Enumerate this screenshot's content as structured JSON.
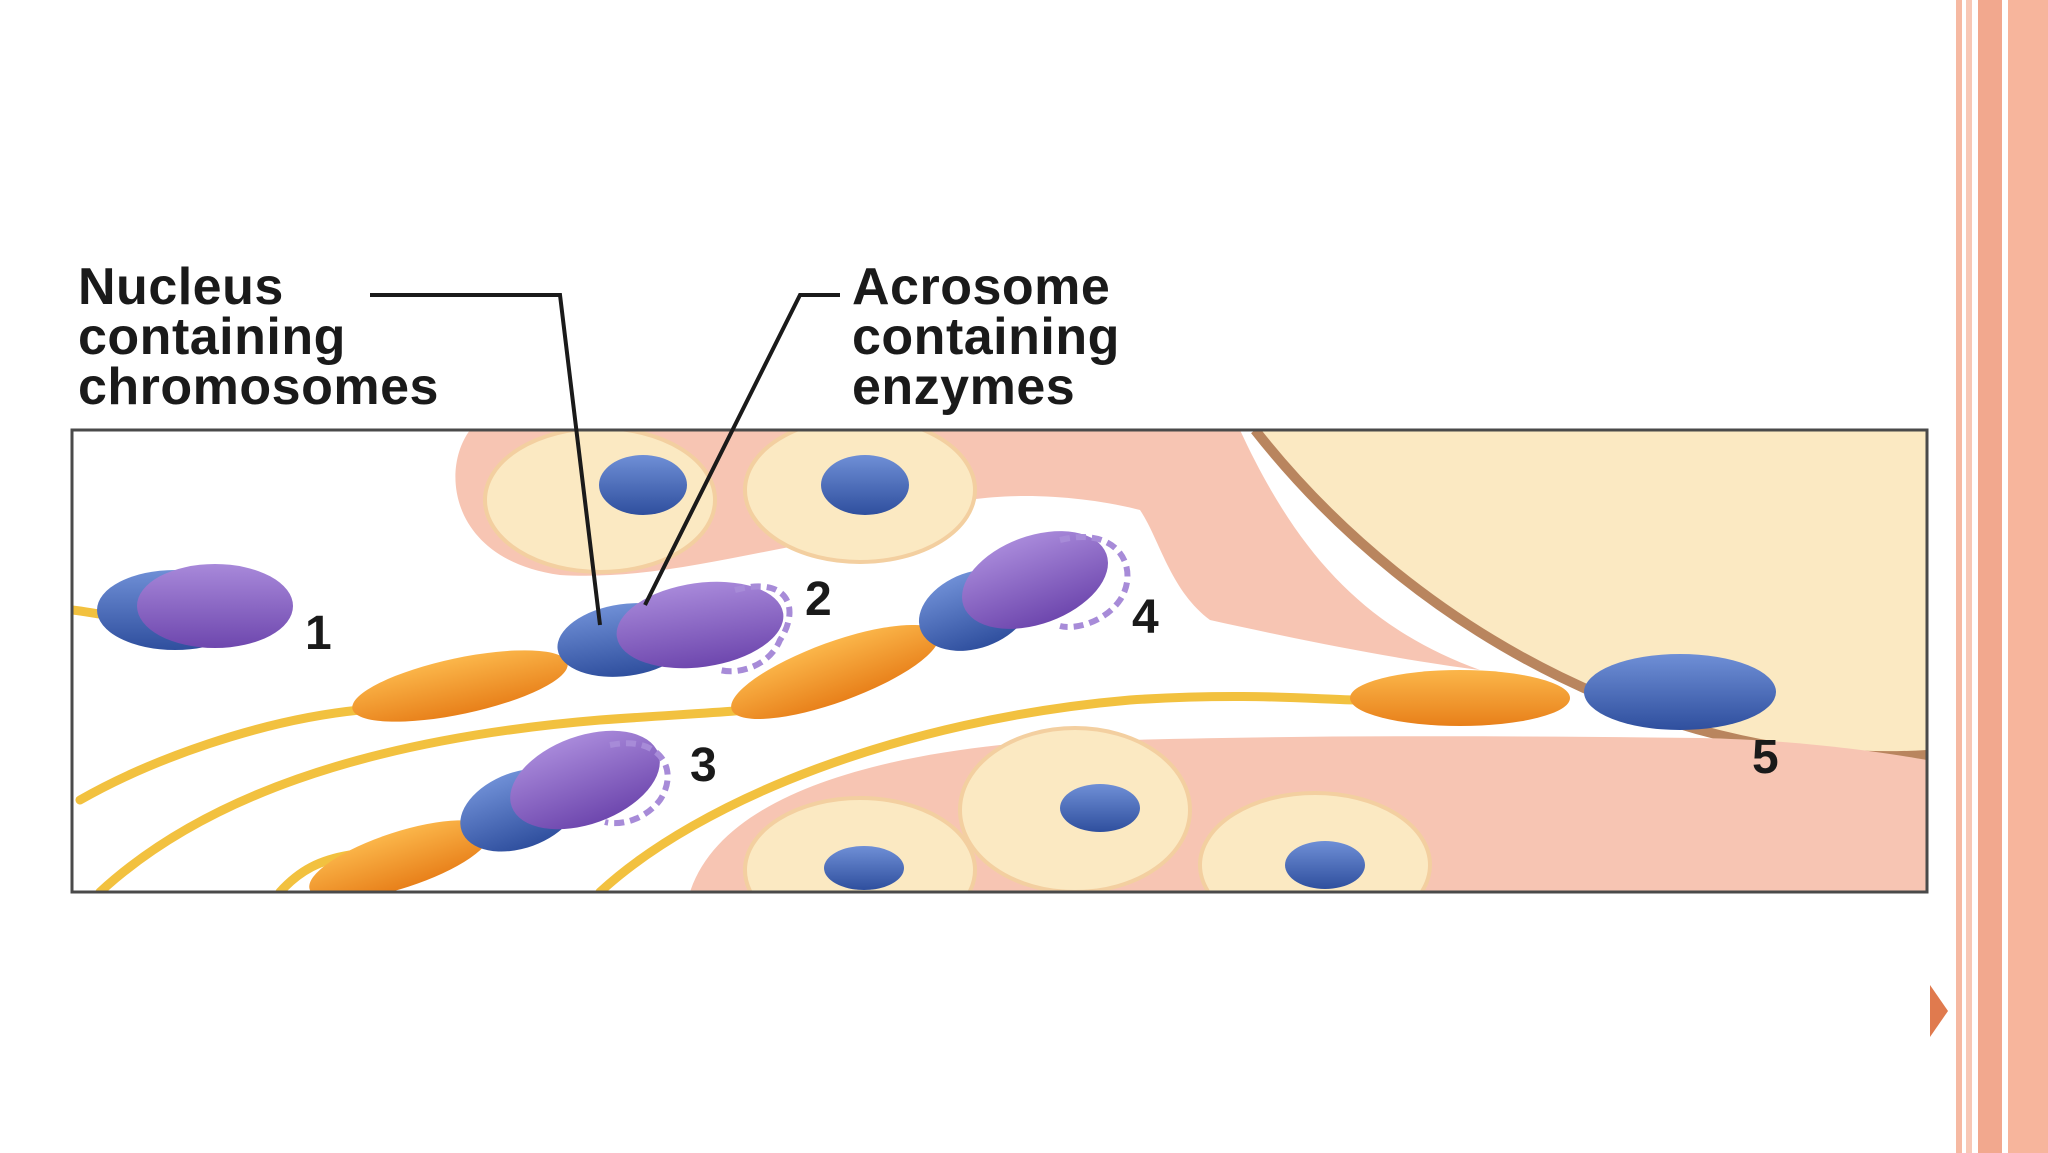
{
  "labels": {
    "nucleus": [
      "Nucleus",
      "containing",
      "chromosomes"
    ],
    "acrosome": [
      "Acrosome",
      "containing",
      "enzymes"
    ]
  },
  "sperm_numbers": [
    "1",
    "2",
    "3",
    "4",
    "5"
  ],
  "colors": {
    "nucleus_blue": "#3f63b3",
    "acrosome_purple": "#8a63c4",
    "midpiece_orange": "#f39a2a",
    "tail_yellow": "#f2c13f",
    "follicle_cell": "#fbe9c2",
    "corona_pink": "#f6c2b0",
    "egg_cytoplasm": "#fceec8",
    "border_accent": "#f2a88e"
  }
}
